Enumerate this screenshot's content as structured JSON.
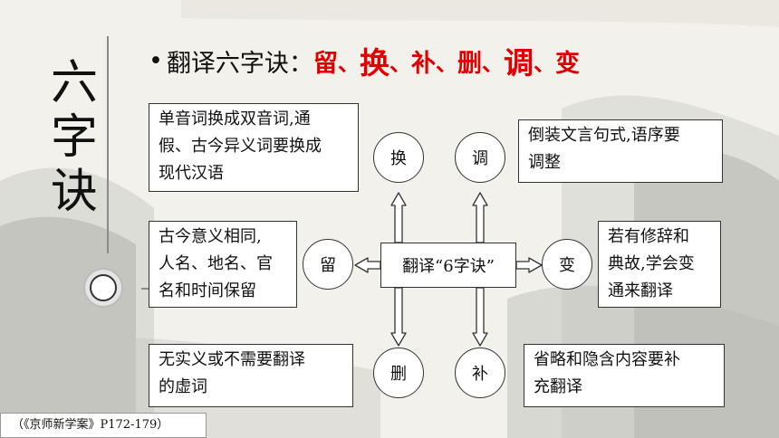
{
  "side_title": "六字诀",
  "header": {
    "bullet": "•",
    "lead": "翻译六字诀：",
    "items": [
      "留",
      "换",
      "补",
      "删",
      "调",
      "变"
    ],
    "separator": "、"
  },
  "center_label": "翻译“6字诀”",
  "nodes": {
    "huan": "换",
    "tiao": "调",
    "liu": "留",
    "bian": "变",
    "shan": "删",
    "bu": "补"
  },
  "boxes": {
    "huan": [
      "单音词换成双音词,通",
      "假、古今异义词要换成",
      "现代汉语"
    ],
    "tiao": [
      "倒装文言句式,语序要",
      "调整"
    ],
    "liu": [
      "古今意义相同,",
      "人名、地名、官",
      "名和时间保留"
    ],
    "bian": [
      "若有修辞和",
      "典故,学会变",
      "通来翻译"
    ],
    "shan": [
      "无实义或不需要翻译",
      "的虚词"
    ],
    "bu": [
      "省略和隐含内容要补",
      "充翻译"
    ]
  },
  "source": "（《京师新学案》P172-179）"
}
